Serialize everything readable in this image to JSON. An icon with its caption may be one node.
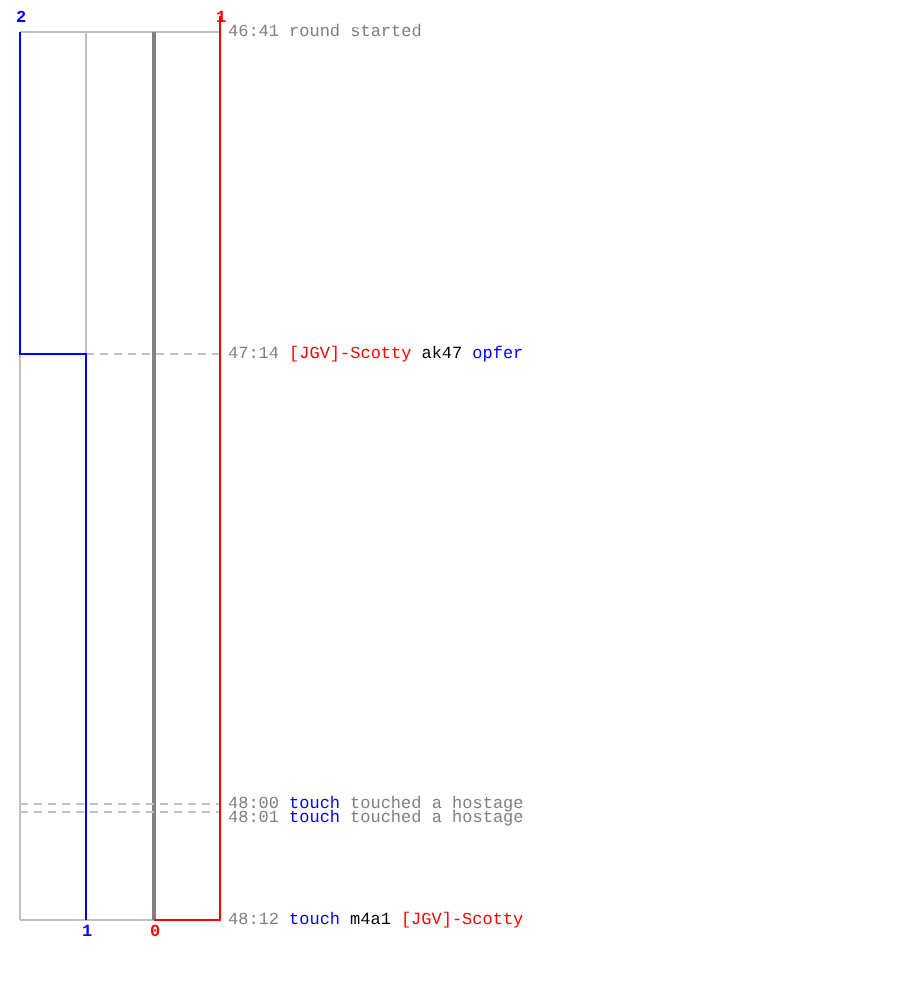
{
  "diagram": {
    "labels": [
      "2",
      "1",
      "46:41",
      "round started",
      "47:14",
      "[JGV]-Scotty",
      "ak47",
      "opfer",
      "48:00",
      "touch",
      "touched a hostage",
      "48:01",
      "touch",
      "touched a hostage",
      "48:12",
      "touch",
      "m4a1",
      "[JGV]-Scotty",
      "1",
      "0"
    ]
  }
}
